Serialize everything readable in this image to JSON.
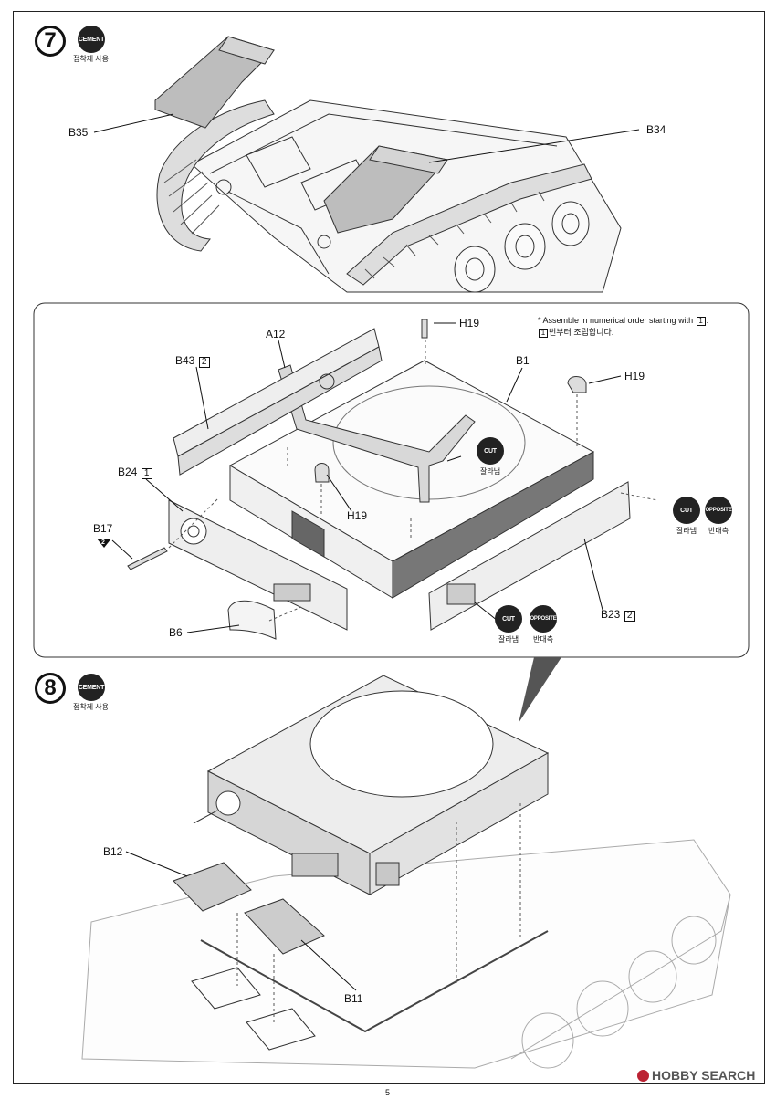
{
  "steps": {
    "step7": {
      "number": "7",
      "badge": "CEMENT",
      "badge_sub": "접착제 사용"
    },
    "step8": {
      "number": "8",
      "badge": "CEMENT",
      "badge_sub": "접착제 사용"
    }
  },
  "parts": {
    "B35": "B35",
    "B34": "B34",
    "H19_top": "H19",
    "A12": "A12",
    "B43": "B43",
    "B43_n": "2",
    "B1": "B1",
    "H19_right": "H19",
    "B24": "B24",
    "B24_n": "1",
    "H19_mid": "H19",
    "B17": "B17",
    "B17_n": "2",
    "B6": "B6",
    "B23": "B23",
    "B23_n": "2",
    "B12": "B12",
    "B11": "B11"
  },
  "note": {
    "prefix": "* Assemble in numerical order starting with",
    "num": "1",
    "suffix": ".",
    "kr_num": "1",
    "kr": "번부터 조립합니다."
  },
  "badges": {
    "cut_a": "CUT",
    "cut_a_sub": "잘라냄",
    "cut_b": "CUT",
    "cut_b_sub": "잘라냄",
    "opp_b": "OPPOSITE",
    "opp_b_sub": "반대측",
    "cut_c": "CUT",
    "cut_c_sub": "잘라냄",
    "opp_c": "OPPOSITE",
    "opp_c_sub": "반대측"
  },
  "footer": {
    "page": "5",
    "brand": "HOBBY SEARCH"
  }
}
